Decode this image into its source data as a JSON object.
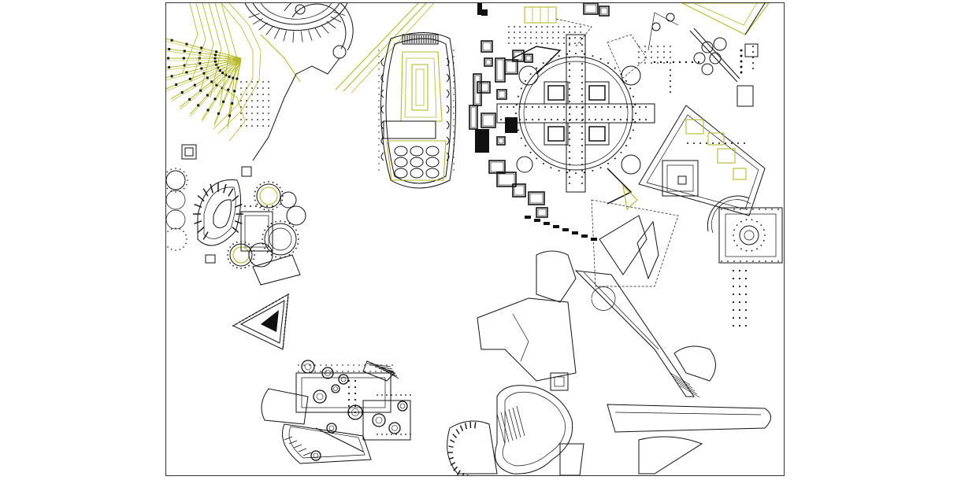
{
  "drawing": {
    "colors": {
      "linework": "#111111",
      "accent": "#b5b92a",
      "background": "#ffffff"
    },
    "regions": [
      "radial-garden",
      "stadium-complex",
      "tholos-courtyard",
      "cross-plaza",
      "block-grid",
      "circular-temples",
      "triangle-pavilion",
      "thermae-complex",
      "angular-landscape",
      "racetrack-oval"
    ]
  }
}
